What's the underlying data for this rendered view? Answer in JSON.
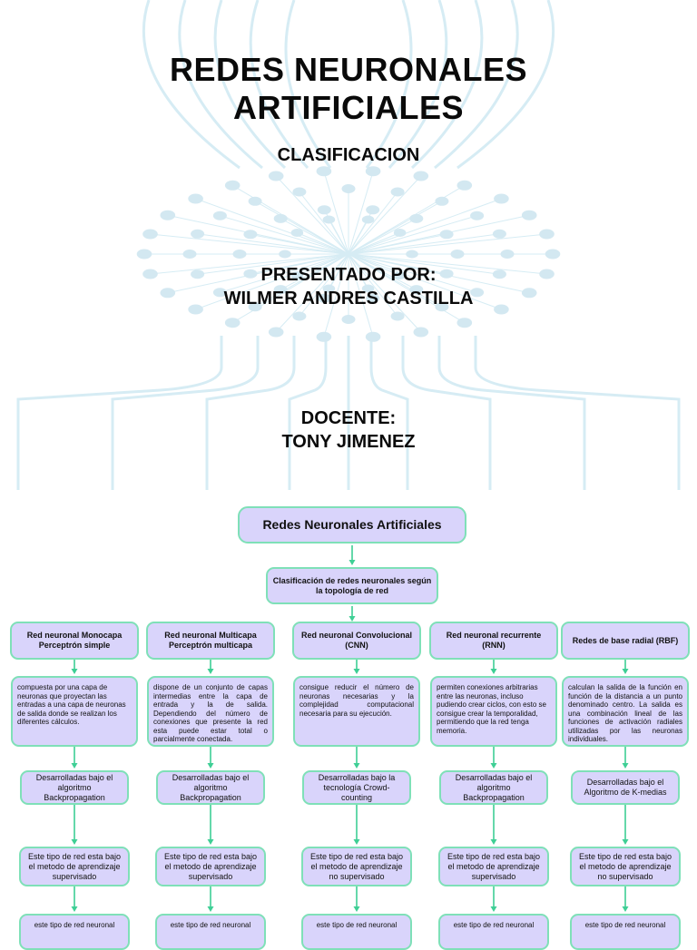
{
  "cover": {
    "title_line1": "REDES NEURONALES",
    "title_line2": "ARTIFICIALES",
    "subtitle": "CLASIFICACION",
    "presented_label": "PRESENTADO POR:",
    "presented_name": "WILMER ANDRES CASTILLA",
    "teacher_label": "DOCENTE:",
    "teacher_name": "TONY JIMENEZ"
  },
  "map": {
    "root": "Redes Neuronales Artificiales",
    "classification": "Clasificación de redes neuronales según la topología de red",
    "box_fill": "#d9d4fb",
    "box_border": "#7fe0b8",
    "arrow_color": "#3ecf95",
    "columns": [
      {
        "name": "Red neuronal Monocapa Perceptrón simple",
        "description": "compuesta por una capa de neuronas que proyectan las entradas a una capa de neuronas de salida donde se realizan los diferentes cálculos.",
        "algorithm": "Desarrolladas bajo el algoritmo Backpropagation",
        "learning": "Este tipo de red esta bajo el metodo de aprendizaje supervisado",
        "extra": "este tipo de red neuronal"
      },
      {
        "name": "Red neuronal Multicapa Perceptrón multicapa",
        "description": "dispone de un conjunto de capas intermedias entre la capa de entrada y la de salida. Dependiendo del número de conexiones que presente la red esta puede estar total o parcialmente conectada.",
        "algorithm": "Desarrolladas bajo el algoritmo Backpropagation",
        "learning": "Este tipo de red esta bajo el metodo de aprendizaje supervisado",
        "extra": "este tipo de red neuronal"
      },
      {
        "name": "Red neuronal Convolucional (CNN)",
        "description": "consigue reducir el número de neuronas necesarias y la complejidad computacional necesaria para su ejecución.",
        "algorithm": "Desarrolladas bajo la tecnología Crowd- counting",
        "learning": "Este tipo de red esta bajo el metodo de aprendizaje no supervisado",
        "extra": "este tipo de red neuronal"
      },
      {
        "name": "Red neuronal recurrente (RNN)",
        "description": "permiten conexiones arbitrarias entre las neuronas, incluso pudiendo crear ciclos, con esto se consigue crear la temporalidad, permitiendo que la red tenga memoria.",
        "algorithm": "Desarrolladas bajo el algoritmo Backpropagation",
        "learning": "Este tipo de red esta bajo el metodo de aprendizaje supervisado",
        "extra": "este tipo de red neuronal"
      },
      {
        "name": "Redes de base radial (RBF)",
        "description": "calculan la salida de la función en función de la distancia a un punto denominado centro. La salida es una combinación lineal de las funciones de activación radiales utilizadas por las neuronas individuales.",
        "algorithm": "Desarrolladas bajo el Algoritmo de K-medias",
        "learning": "Este tipo de red esta bajo el metodo de aprendizaje no supervisado",
        "extra": "este tipo de red neuronal"
      }
    ]
  }
}
